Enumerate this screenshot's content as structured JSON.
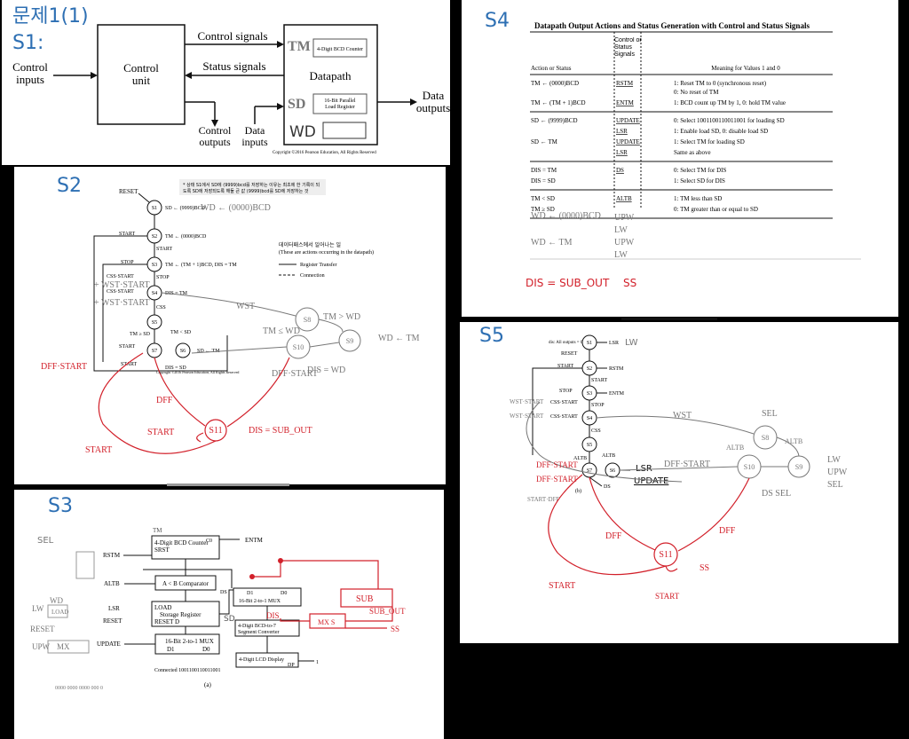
{
  "colors": {
    "ink": "#111111",
    "blue": "#2d6fb3",
    "red": "#d2202a",
    "gray": "#777777",
    "lightgray": "#bdbdbd"
  },
  "s1": {
    "heading": "문제1(1)",
    "label": "S1:",
    "control_inputs": [
      "Control",
      "inputs"
    ],
    "control_unit": [
      "Control",
      "unit"
    ],
    "control_signals": "Control signals",
    "status_signals": "Status signals",
    "tm": "TM",
    "tm_box": "4-Digit BCD Counter",
    "datapath": "Datapath",
    "sd": "SD",
    "sd_box": [
      "16-Bit Parallel",
      "Load Register"
    ],
    "wd": "WD",
    "control_outputs": [
      "Control",
      "outputs"
    ],
    "data_inputs": [
      "Data",
      "inputs"
    ],
    "data_outputs": [
      "Data",
      "outputs"
    ],
    "copyright": "Copyright ©2016 Pearson Education, All Rights Reserved"
  },
  "s2": {
    "label": "S2",
    "korean_note": [
      "* 상태 S1에서 SD에 (9999)bcd를 저장하는 이유는 최초에 한 기록이 되",
      "도록 SD에 저장되도록 해둘 큰 값 (9999)bcd를 SD에 저장하는 것"
    ],
    "states": [
      "S1",
      "S2",
      "S3",
      "S4",
      "S5",
      "S6",
      "S7",
      "S8",
      "S9",
      "S10",
      "S11"
    ],
    "reset": "RESET",
    "actions": [
      "SD ← (9999)BCD",
      "TM ← (0000)BCD",
      "TM ← (TM + 1)BCD, DIS = TM",
      "DIS = TM",
      "SD ← TM",
      "DIS = SD"
    ],
    "handwritten": [
      "WD ← (0000)BCD",
      "WST",
      "TM > WD",
      "TM ≤ WD",
      "WD ← TM",
      "DIS = WD",
      "DIS = SUB_OUT",
      "DFF",
      "START"
    ],
    "transitions": [
      "START",
      "START",
      "STOP",
      "STOP",
      "CSS·START",
      "CSS·START",
      "CSS",
      "TM ≥ SD",
      "TM < SD",
      "START",
      "START"
    ],
    "legend": [
      "데이터패스에서 일어나는 일",
      "(These are actions occurring in the datapath)",
      "Register Transfer",
      "Connection"
    ],
    "handwritten_extra": [
      "+ WST·START",
      "+ WST·START",
      "DFF·START",
      "DFF·START"
    ],
    "copyright": "Copyright ©2016 Pearson Education, All Rights Reserved"
  },
  "s3": {
    "label": "S3",
    "sel": "SEL",
    "tm": "TM",
    "counter": [
      "4-Digit BCD Counter",
      "SRST"
    ],
    "c0": "C0",
    "entm": "ENTM",
    "rstm": "RSTM",
    "altb": "ALTB",
    "comparator": "A < B Comparator",
    "lsr": "LSR",
    "reset": "RESET",
    "register": [
      "LOAD",
      "Storage Register",
      "RESET  D"
    ],
    "sd": "SD",
    "update": "UPDATE",
    "mux16": [
      "16-Bit 2-to-1 MUX",
      "D1",
      "D0"
    ],
    "connected": "Connected 1001100110011001",
    "mux16b": [
      "D1",
      "D0",
      "16-Bit 2-to-1 MUX"
    ],
    "ds": "DS",
    "converter": [
      "4-Digit BCD-to-7",
      "Segment Converter"
    ],
    "lcd": [
      "4-Digit LCD Display",
      "DP"
    ],
    "one": "1",
    "caption": "(a)",
    "handwritten": [
      "WD",
      "LW",
      "LOAD",
      "RESET",
      "UPW",
      "MX",
      "SUB",
      "SUB_OUT",
      "DIS",
      "MX S",
      "SS",
      "0000 0000 0000 000 0"
    ]
  },
  "s4": {
    "label": "S4",
    "title": "Datapath Output Actions and Status Generation with Control and Status Signals",
    "headers": [
      "Action or Status",
      "Control or Status Signals",
      "Meaning for Values 1 and 0"
    ],
    "groups": [
      {
        "rows": [
          {
            "action": "TM ← (0000)BCD",
            "signal": "RSTM",
            "meaning": [
              "1: Reset TM to 0 (synchronous reset)",
              "0: No reset of TM"
            ]
          },
          {
            "action": "TM ← (TM + 1)BCD",
            "signal": "ENTM",
            "meaning": [
              "1: BCD count up TM by 1, 0: hold TM value"
            ]
          }
        ]
      },
      {
        "rows": [
          {
            "action": "SD ← (9999)BCD",
            "signal": "UPDATE",
            "meaning": [
              "0: Select 1001100110011001 for loading SD"
            ]
          },
          {
            "action": "",
            "signal": "LSR",
            "meaning": [
              "1: Enable load SD, 0: disable load SD"
            ]
          },
          {
            "action": "SD ← TM",
            "signal": "UPDATE",
            "meaning": [
              "1: Select TM for loading SD"
            ]
          },
          {
            "action": "",
            "signal": "LSR",
            "meaning": [
              "Same as above"
            ]
          }
        ]
      },
      {
        "rows": [
          {
            "action": "DIS = TM",
            "signal": "DS",
            "meaning": [
              "0: Select TM for DIS"
            ]
          },
          {
            "action": "DIS = SD",
            "signal": "",
            "meaning": [
              "1: Select SD for DIS"
            ]
          }
        ]
      },
      {
        "rows": [
          {
            "action": "TM < SD",
            "signal": "ALTB",
            "meaning": [
              "1: TM less than SD"
            ]
          },
          {
            "action": "TM ≥ SD",
            "signal": "",
            "meaning": [
              "0: TM greater than or equal to SD"
            ]
          }
        ]
      }
    ],
    "handwritten_rows": [
      {
        "action": "WD ← (0000)BCD",
        "signals": [
          "UPW",
          "LW"
        ]
      },
      {
        "action": "WD ← TM",
        "signals": [
          "UPW",
          "LW"
        ]
      }
    ],
    "footer": [
      "DIS = SUB_OUT",
      "SS"
    ]
  },
  "s5": {
    "label": "S5",
    "header": "dis: All outputs = 0",
    "states": [
      "S1",
      "S2",
      "S3",
      "S4",
      "S5",
      "S6",
      "S7",
      "S8",
      "S9",
      "S10",
      "S11"
    ],
    "outputs": [
      "LSR",
      "LW",
      "RSTM",
      "ENTM",
      "LSR",
      "UPDATE",
      "DS"
    ],
    "transitions": [
      "RESET",
      "START",
      "START",
      "STOP",
      "STOP",
      "CSS·START",
      "CSS·START",
      "CSS",
      "ALTB",
      "ALTB",
      "WST"
    ],
    "handwritten": [
      "SEL",
      "ALTB",
      "ALTB",
      "LW",
      "UPW",
      "SEL",
      "DS SEL",
      "DFF·START",
      "DFF",
      "DFF",
      "START",
      "START",
      "SS",
      "WST·START",
      "WST·START",
      "DFF·START",
      "DFF·START",
      "START·DFF"
    ],
    "caption": "(b)"
  }
}
